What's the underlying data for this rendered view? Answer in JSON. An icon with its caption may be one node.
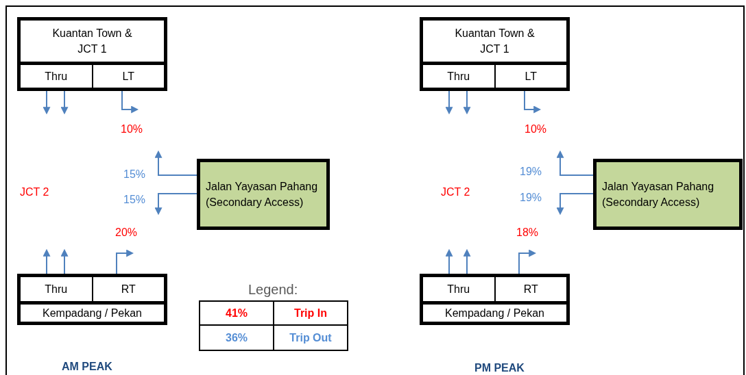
{
  "diagram": {
    "nodes": [
      {
        "text": [
          "Kuantan Town & JCT 1"
        ]
      },
      {
        "text": [
          "Thru"
        ],
        "in": 0
      },
      {
        "text": [
          "LT"
        ],
        "in": 0
      },
      {
        "text": [
          "Jalan Yayasan Pahang (Secondary Access)"
        ]
      },
      {
        "text": [
          "Kempadang / Pekan"
        ]
      },
      {
        "text": [
          "Thru"
        ],
        "in": 4
      },
      {
        "text": [
          "RT"
        ],
        "in": 4
      },
      {
        "text": [
          "Kuantan Town & JCT 1"
        ]
      },
      {
        "text": [
          "Thru"
        ],
        "in": 7
      },
      {
        "text": [
          "LT"
        ],
        "in": 7
      },
      {
        "text": [
          "Jalan Yayasan Pahang (Secondary Access)"
        ]
      },
      {
        "text": [
          "Kempadang / Pekan"
        ]
      },
      {
        "text": [
          "Thru"
        ],
        "in": 11
      },
      {
        "text": [
          "RT"
        ],
        "in": 11
      }
    ],
    "edges": [
      {
        "from": 1,
        "to": null,
        "arrow": "to"
      },
      {
        "from": 1,
        "to": null,
        "arrow": "to"
      },
      {
        "from": 2,
        "to": null,
        "arrow": "to"
      },
      {
        "from": 3,
        "to": null,
        "arrow": "to"
      },
      {
        "from": 3,
        "to": null,
        "arrow": "to"
      },
      {
        "from": 5,
        "to": null,
        "arrow": "to"
      },
      {
        "from": 5,
        "to": null,
        "arrow": "to"
      },
      {
        "from": 6,
        "to": null,
        "arrow": "to"
      },
      {
        "from": 8,
        "to": null,
        "arrow": "to"
      },
      {
        "from": 8,
        "to": null,
        "arrow": "to"
      },
      {
        "from": 9,
        "to": null,
        "arrow": "to"
      },
      {
        "from": 10,
        "to": null,
        "arrow": "to"
      },
      {
        "from": 10,
        "to": null,
        "arrow": "to"
      },
      {
        "from": 12,
        "to": null,
        "arrow": "to"
      },
      {
        "from": 12,
        "to": null,
        "arrow": "to"
      },
      {
        "from": 13,
        "to": null,
        "arrow": "to"
      }
    ],
    "labels": [
      "10%",
      "15%",
      "JCT 2",
      "15%",
      "20%",
      "Legend:",
      "41%",
      "Trip In",
      "36%",
      "Trip Out",
      "AM PEAK",
      "10%",
      "19%",
      "JCT 2",
      "19%",
      "18%",
      "PM PEAK"
    ]
  }
}
